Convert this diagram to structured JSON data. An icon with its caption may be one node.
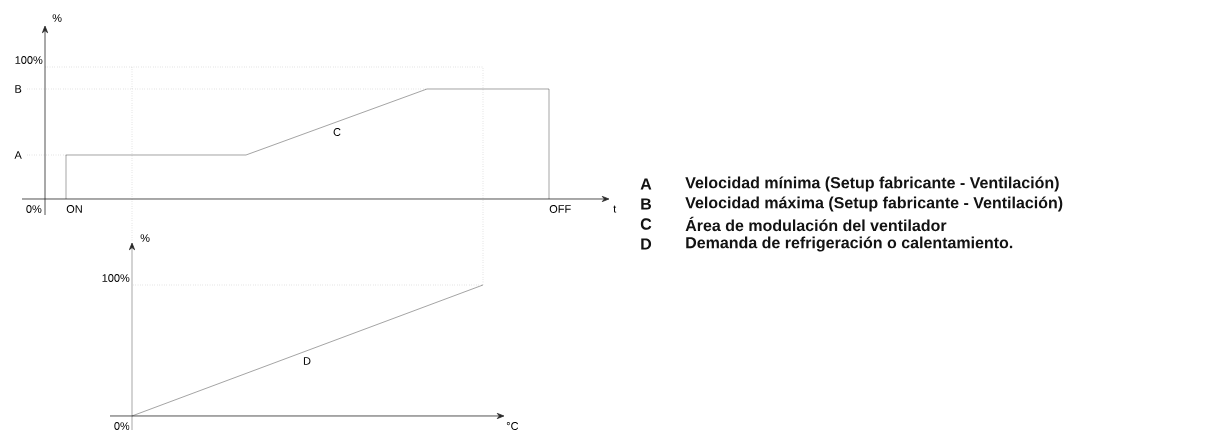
{
  "diagram": {
    "labels": [
      "%",
      "100%",
      "B",
      "C",
      "A",
      "0%",
      "ON",
      "OFF",
      "t",
      "%",
      "100%",
      "D",
      "0%",
      "°C",
      "A",
      "Velocidad mínima (Setup fabricante - Ventilación)",
      "B",
      "Velocidad máxima (Setup fabricante - Ventilación)",
      "C",
      "Área de modulación del ventilador",
      "D",
      "Demanda de refrigeración o calentamiento."
    ]
  }
}
